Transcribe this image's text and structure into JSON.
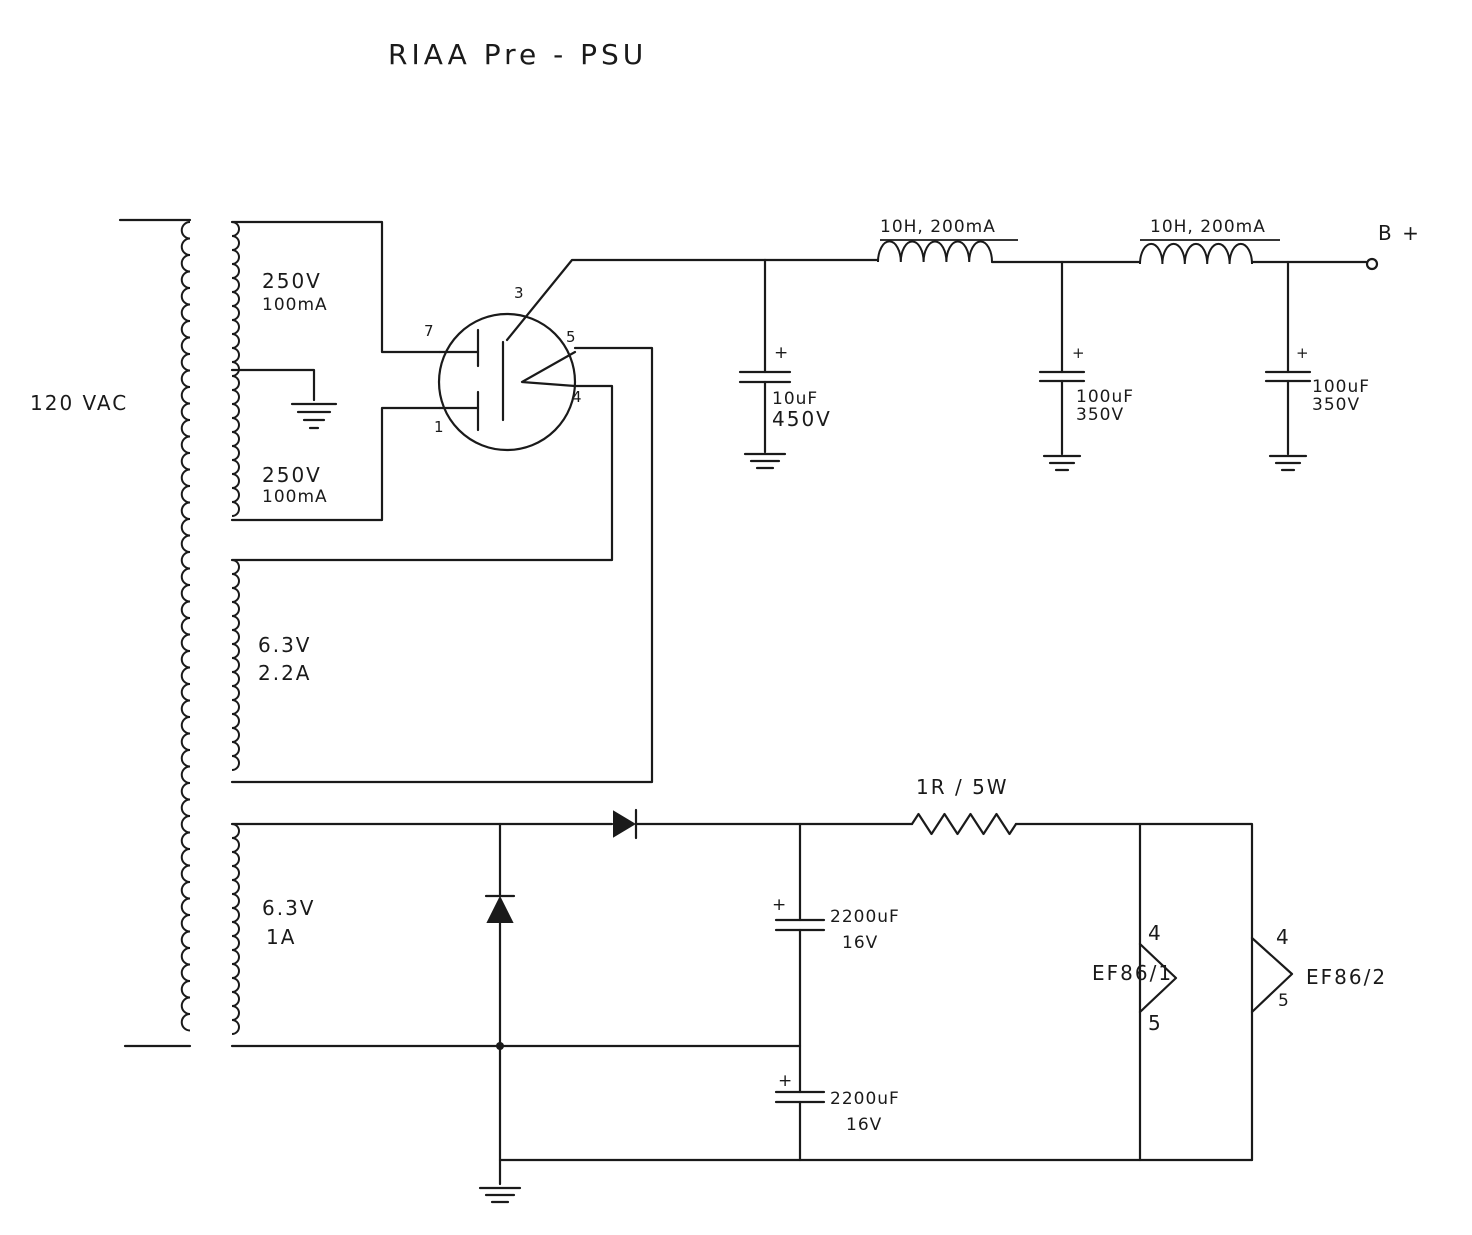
{
  "title": "RIAA Pre - PSU",
  "mains": {
    "label": "120 VAC"
  },
  "hv_winding_upper": {
    "line1": "250V",
    "line2": "100mA"
  },
  "hv_winding_lower": {
    "line1": "250V",
    "line2": "100mA"
  },
  "heater_winding_rectifier": {
    "line1": "6.3V",
    "line2": "2.2A"
  },
  "heater_winding_dc": {
    "line1": "6.3V",
    "line2": "1A"
  },
  "rectifier_tube": {
    "pins": [
      "7",
      "1",
      "3",
      "5",
      "4"
    ]
  },
  "cap_c1": {
    "plus": "+",
    "line1": "10uF",
    "line2": "450V"
  },
  "cap_c2": {
    "plus": "+",
    "line1": "100uF",
    "line2": "350V"
  },
  "cap_c3": {
    "plus": "+",
    "line1": "100uF",
    "line2": "350V"
  },
  "choke_l1": {
    "label": "10H, 200mA"
  },
  "choke_l2": {
    "label": "10H, 200mA"
  },
  "output": {
    "label": "B +"
  },
  "resistor": {
    "label": "1R / 5W"
  },
  "cap_c4": {
    "plus": "+",
    "line1": "2200uF",
    "line2": "16V"
  },
  "cap_c5": {
    "plus": "+",
    "line1": "2200uF",
    "line2": "16V"
  },
  "heater_1": {
    "label": "EF86/1",
    "pin_top": "4",
    "pin_bottom": "5"
  },
  "heater_2": {
    "label": "EF86/2",
    "pin_top": "4",
    "pin_bottom": "5"
  }
}
